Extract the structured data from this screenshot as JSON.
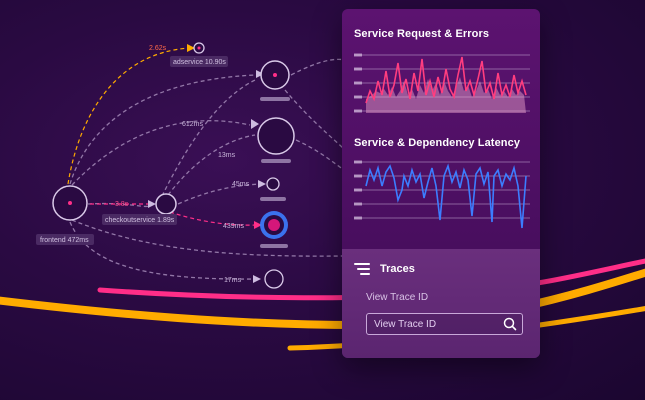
{
  "service_map": {
    "nodes": {
      "frontend": "frontend 472ms",
      "checkout": "checkoutservice 1.89s",
      "ad": "adservice 10.90s"
    },
    "edges": {
      "e1": "2.62s",
      "e2": "3.8s",
      "e3": "612ms",
      "e4": "13ms",
      "e5": "45ms",
      "e6": "439ms",
      "e7": "17ms"
    }
  },
  "panel": {
    "requests_title": "Service  Request & Errors",
    "latency_title": "Service & Dependency Latency",
    "traces_label": "Traces",
    "view_trace_label": "View Trace ID",
    "search_placeholder": "View Trace ID"
  },
  "colors": {
    "background": "#2a0a42",
    "panel": "#4c0f62",
    "error_series": "#ff3d7f",
    "latency_series": "#3c7dff",
    "accent_orange": "#ffab00",
    "accent_pink": "#ff2e88"
  },
  "icons": {
    "traces": "traces-list-icon",
    "search": "search-icon"
  }
}
